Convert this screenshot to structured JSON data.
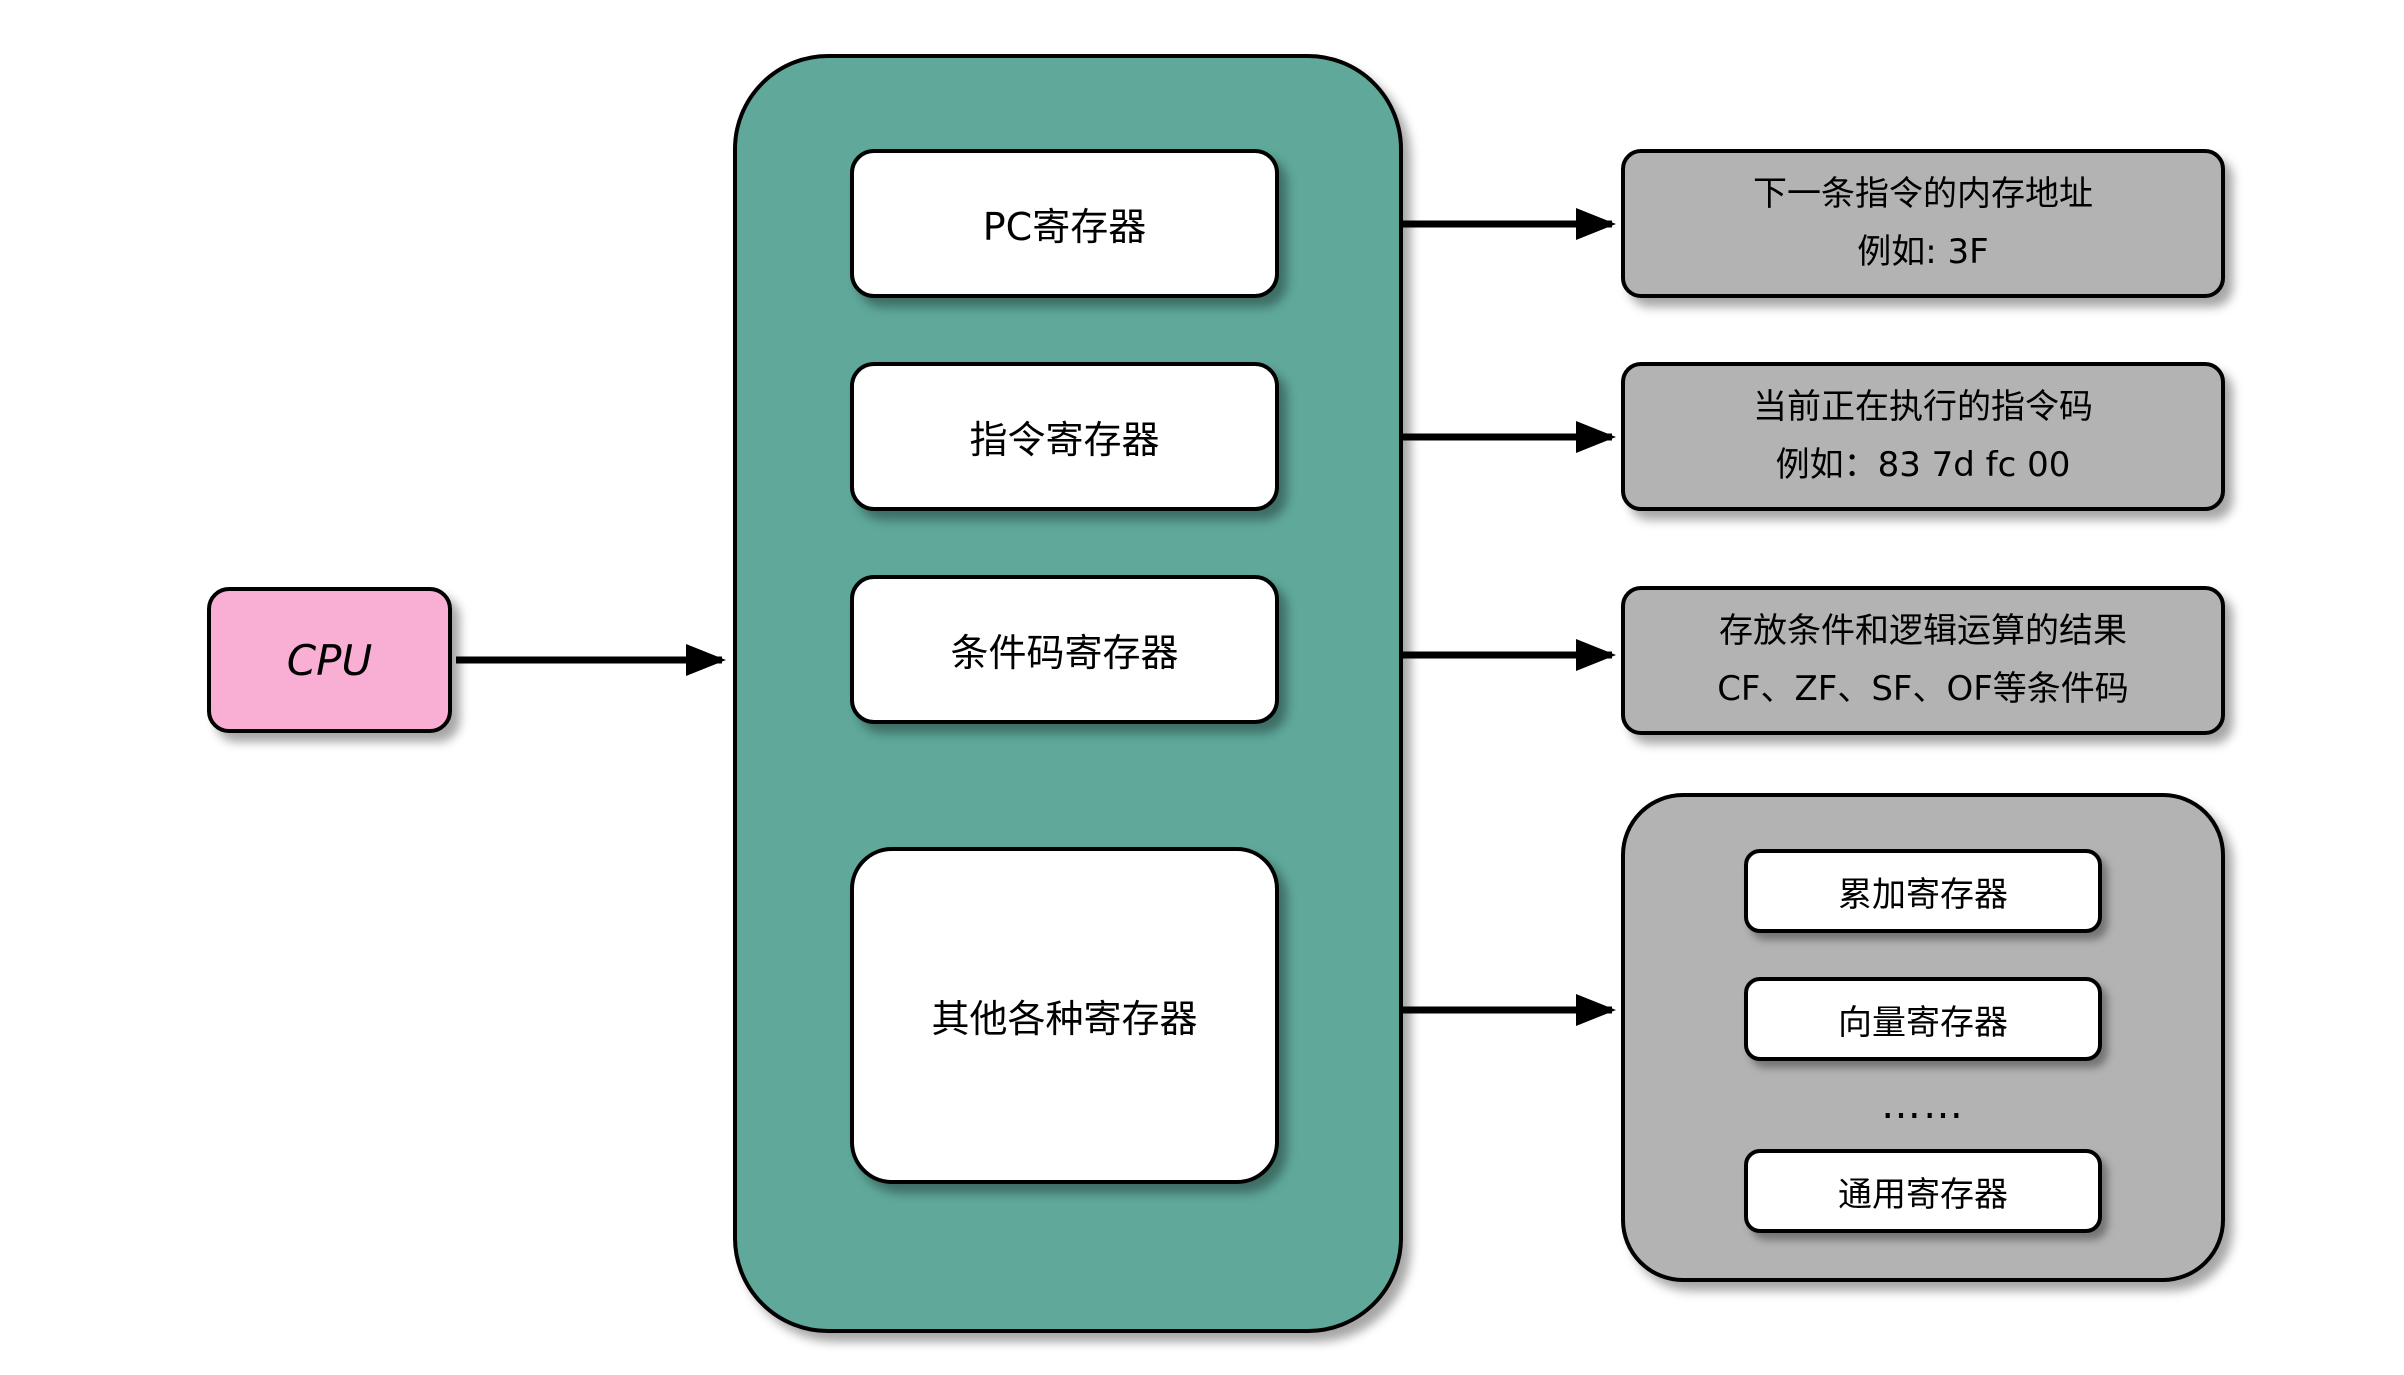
{
  "colors": {
    "cpu_fill": "#F9AED4",
    "container_fill": "#5FA89A",
    "description_fill": "#B3B3B3",
    "box_fill": "#FFFFFF",
    "border": "#000000",
    "arrow": "#000000"
  },
  "cpu": {
    "label": "CPU"
  },
  "registers": [
    {
      "label": "PC寄存器"
    },
    {
      "label": "指令寄存器"
    },
    {
      "label": "条件码寄存器"
    },
    {
      "label": "其他各种寄存器"
    }
  ],
  "descriptions": [
    {
      "line1": "下一条指令的内存地址",
      "line2": "例如: 3F"
    },
    {
      "line1": "当前正在执行的指令码",
      "line2": "例如：83 7d fc 00"
    },
    {
      "line1": "存放条件和逻辑运算的结果",
      "line2": "CF、ZF、SF、OF等条件码"
    }
  ],
  "other_group": {
    "items": [
      {
        "label": "累加寄存器"
      },
      {
        "label": "向量寄存器"
      },
      {
        "label": "……"
      },
      {
        "label": "通用寄存器"
      }
    ]
  }
}
